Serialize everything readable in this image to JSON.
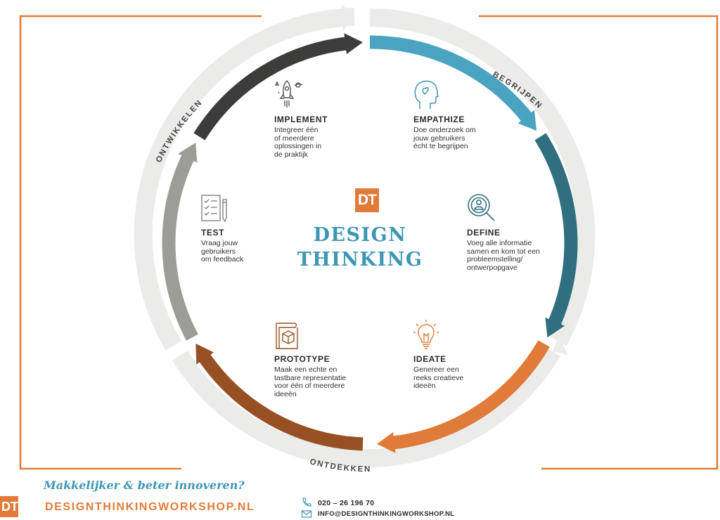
{
  "center": {
    "logo": "DT",
    "title_line1": "DESIGN",
    "title_line2": "THINKING"
  },
  "outer_labels": {
    "begrijpen": "BEGRIJPEN",
    "ontdekken": "ONTDEKKEN",
    "ontwikkelen": "ONTWIKKELEN"
  },
  "stages": [
    {
      "key": "implement",
      "title": "IMPLEMENT",
      "lines": [
        "Integreer één",
        "of meerdere",
        "oplossingen in",
        "de praktijk"
      ],
      "color": "#3c3c3b",
      "icon": "rocket-icon"
    },
    {
      "key": "empathize",
      "title": "EMPATHIZE",
      "lines": [
        "Doe onderzoek om",
        "jouw gebruikers",
        "écht te begrijpen"
      ],
      "color": "#4aa3c0",
      "icon": "head-heart-icon"
    },
    {
      "key": "define",
      "title": "DEFINE",
      "lines": [
        "Voeg alle informatie",
        "samen en kom tot een",
        "probleemstelling/",
        "ontwerpopgave"
      ],
      "color": "#2f6f80",
      "icon": "magnifier-person-icon"
    },
    {
      "key": "ideate",
      "title": "IDEATE",
      "lines": [
        "Genereer een",
        "reeks creatieve",
        "ideeën"
      ],
      "color": "#e07b39",
      "icon": "lightbulb-icon"
    },
    {
      "key": "prototype",
      "title": "PROTOTYPE",
      "lines": [
        "Maak een echte en",
        "tastbare representatie",
        "voor één of meerdere",
        "ideeën"
      ],
      "color": "#974f24",
      "icon": "blueprint-cube-icon"
    },
    {
      "key": "test",
      "title": "TEST",
      "lines": [
        "Vraag jouw",
        "gebruikers",
        "om feedback"
      ],
      "color": "#9d9d98",
      "icon": "checklist-pencil-icon"
    }
  ],
  "footer": {
    "logo": "DT",
    "tagline": "Makkelijker & beter innoveren?",
    "website": "DESIGNTHINKINGWORKSHOP.NL",
    "phone": "020 – 26 196 70",
    "email": "INFO@DESIGNTHINKINGWORKSHOP.NL"
  },
  "colors": {
    "frame": "#e07b39",
    "outer_ring": "#ebebea",
    "brand_blue": "#3d97b4",
    "brand_orange": "#e07b39"
  }
}
